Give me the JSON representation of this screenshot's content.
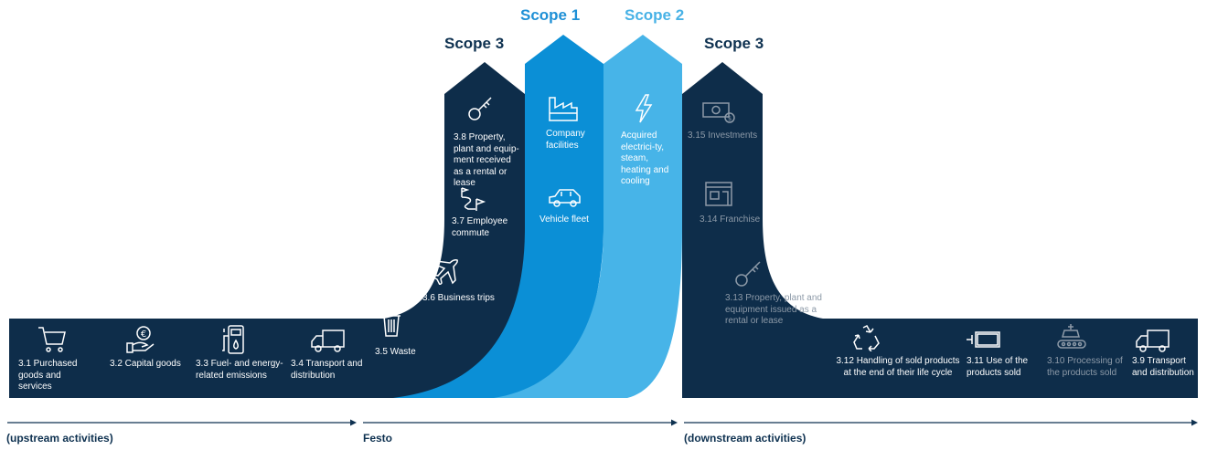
{
  "colors": {
    "dark": "#0e2d4a",
    "scope1": "#0b8fd6",
    "scope2": "#47b4e8",
    "text_dim": "#8d9aa8",
    "heading": "#0e3150"
  },
  "scopes": {
    "scope3_left": "Scope 3",
    "scope1": "Scope 1",
    "scope2": "Scope 2",
    "scope3_right": "Scope 3"
  },
  "upstream": [
    {
      "label": "3.1 Purchased goods and services",
      "icon": "cart-icon"
    },
    {
      "label": "3.2 Capital goods",
      "icon": "euro-hand-icon"
    },
    {
      "label": "3.3 Fuel- and energy-related emissions",
      "icon": "fuel-pump-icon"
    },
    {
      "label": "3.4 Transport and distribution",
      "icon": "truck-icon"
    },
    {
      "label": "3.5 Waste",
      "icon": "trash-icon"
    },
    {
      "label": "3.6 Business trips",
      "icon": "airplane-icon"
    },
    {
      "label": "3.7 Employee commute",
      "icon": "route-flag-icon"
    },
    {
      "label": "3.8 Property, plant and equip-ment received as a rental or lease",
      "icon": "key-icon"
    }
  ],
  "scope1_items": [
    {
      "label": "Company facilities",
      "icon": "factory-icon"
    },
    {
      "label": "Vehicle fleet",
      "icon": "car-icon"
    }
  ],
  "scope2_items": [
    {
      "label": "Acquired electrici-ty, steam, heating and cooling",
      "icon": "lightning-icon"
    }
  ],
  "downstream": [
    {
      "label": "3.15 Investments",
      "icon": "money-icon"
    },
    {
      "label": "3.14 Franchise",
      "icon": "store-icon"
    },
    {
      "label": "3.13 Property, plant and equipment issued as a rental or lease",
      "icon": "key-icon"
    },
    {
      "label": "3.12 Handling of sold products at the end of their life cycle",
      "icon": "recycle-icon"
    },
    {
      "label": "3.11 Use of the products sold",
      "icon": "battery-icon"
    },
    {
      "label": "3.10 Processing of the products sold",
      "icon": "conveyor-icon"
    },
    {
      "label": "3.9 Transport and distribution",
      "icon": "truck-icon"
    }
  ],
  "axis": {
    "upstream": "(upstream activities)",
    "festo": "Festo",
    "downstream": "(downstream activities)"
  }
}
